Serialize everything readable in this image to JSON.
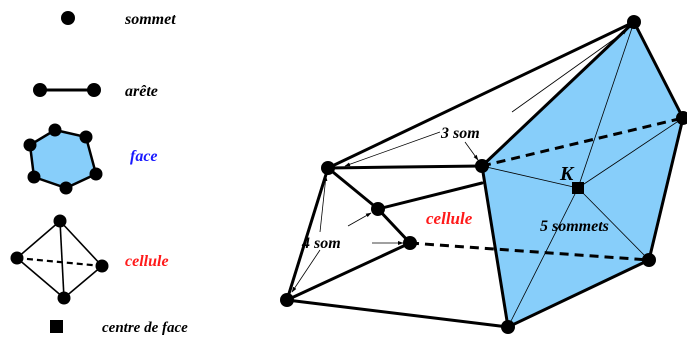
{
  "legend": {
    "sommet": "sommet",
    "arete": "arête",
    "face": "face",
    "cellule": "cellule",
    "centre_de_face": "centre de face"
  },
  "diagram": {
    "label_3som": "3 som",
    "label_4som": "4 som",
    "label_cellule": "cellule",
    "label_K": "K",
    "label_5sommets": "5 sommets"
  },
  "colors": {
    "face_fill": "#87CEFA",
    "vertex": "#000000",
    "face_label": "#1a1aff",
    "cellule_label": "#ff1a1a",
    "text": "#000000"
  }
}
